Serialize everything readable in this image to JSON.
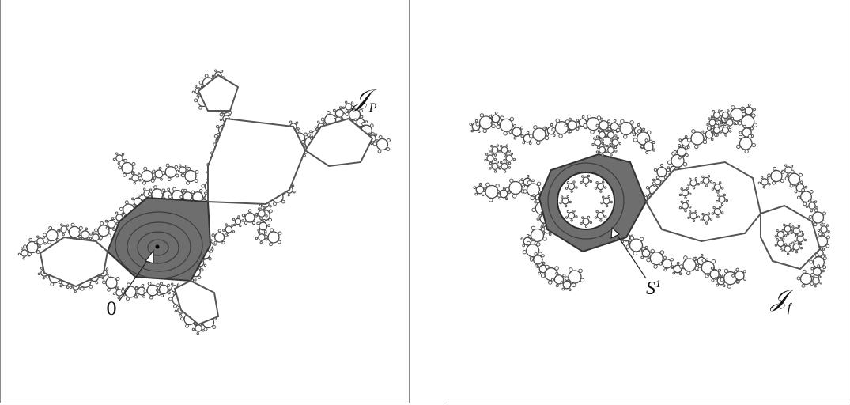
{
  "left_figure": {
    "set_label": "𝒥",
    "set_subscript": "P",
    "point_label": "0"
  },
  "right_figure": {
    "set_label": "𝒥",
    "set_subscript": "f",
    "circle_label": "S",
    "circle_superscript": "1"
  },
  "colors": {
    "fill_dark": "#6e6e6e",
    "outline": "#3a3a3a",
    "frame": "#8a8a8a"
  }
}
